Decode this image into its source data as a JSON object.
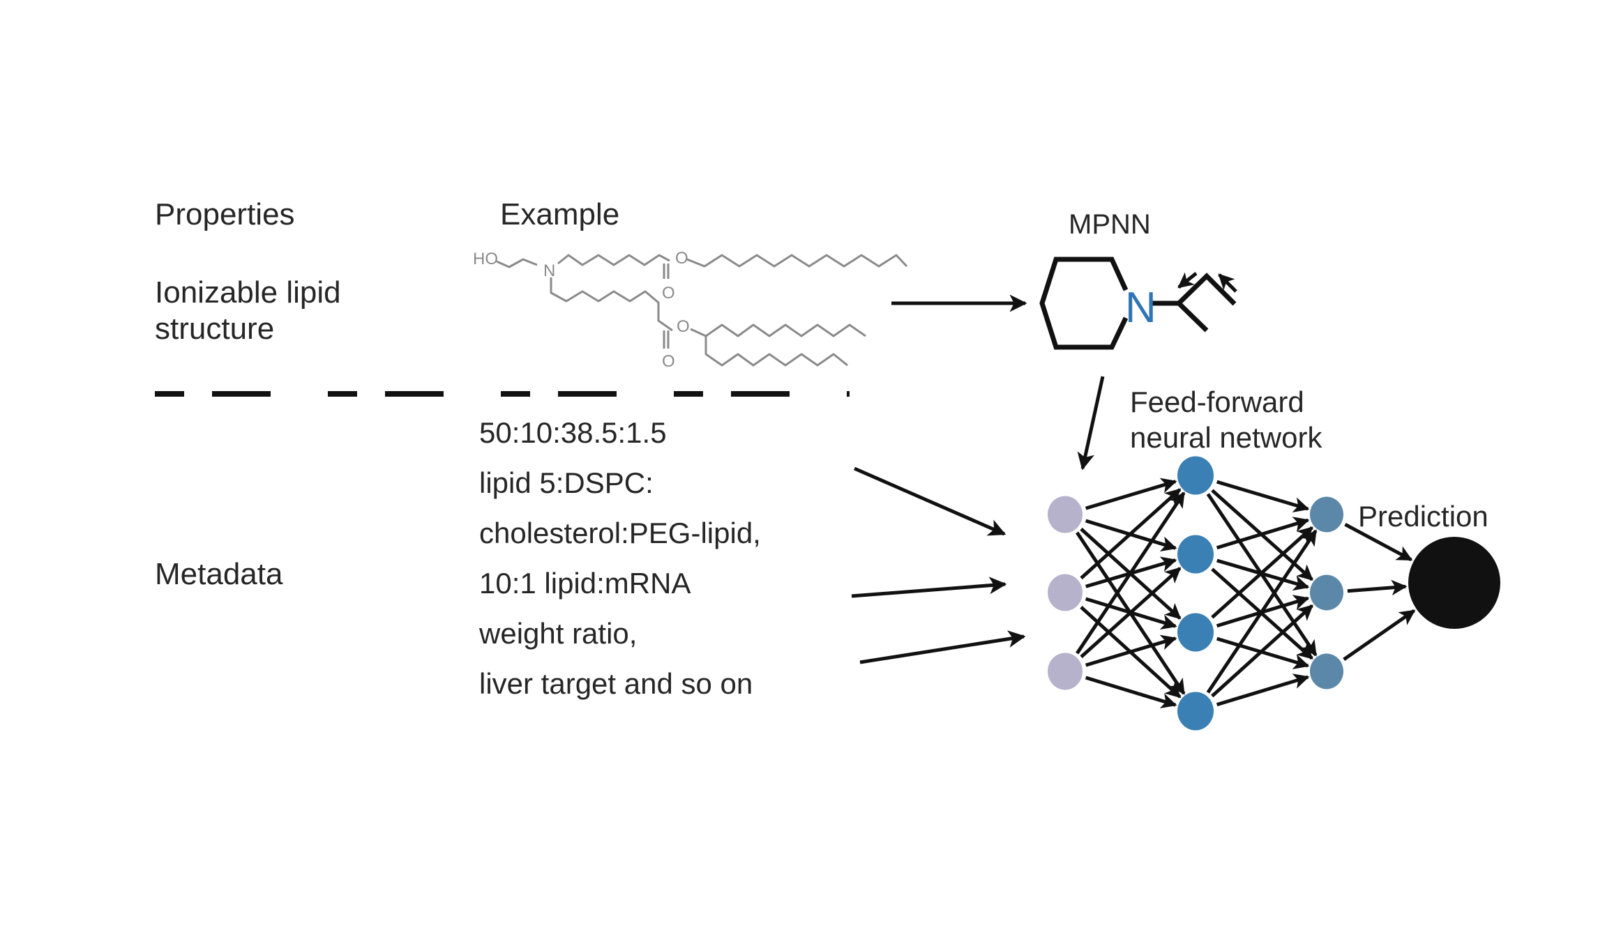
{
  "headers": {
    "properties": "Properties",
    "example": "Example"
  },
  "rows": {
    "structure_label_line1": "Ionizable lipid",
    "structure_label_line2": "structure",
    "metadata_label": "Metadata"
  },
  "molecule": {
    "atoms": {
      "hydroxyl": "HO",
      "nitrogen": "N",
      "ester_o1": "O",
      "carbonyl_o1": "O",
      "ester_o2": "O",
      "carbonyl_o2": "O"
    }
  },
  "metadata_lines": [
    "50:10:38.5:1.5",
    "lipid 5:DSPC:",
    "cholesterol:PEG-lipid,",
    "10:1 lipid:mRNA",
    "weight ratio,",
    "liver target and so on"
  ],
  "mpnn": {
    "label": "MPNN",
    "atom": "N",
    "atom_color": "#2f75b5"
  },
  "ffnn": {
    "label_line1": "Feed-forward",
    "label_line2": "neural network",
    "prediction_label": "Prediction",
    "layers": [
      {
        "name": "input",
        "nodes": 3,
        "color": "#b7b2cc"
      },
      {
        "name": "hidden-1",
        "nodes": 4,
        "color": "#3a80b5"
      },
      {
        "name": "hidden-2",
        "nodes": 3,
        "color": "#5b88a8"
      },
      {
        "name": "output",
        "nodes": 1,
        "color": "#111111"
      }
    ]
  },
  "colors": {
    "arrow": "#111111",
    "molecule": "#8a8a8a",
    "text": "#262626"
  }
}
